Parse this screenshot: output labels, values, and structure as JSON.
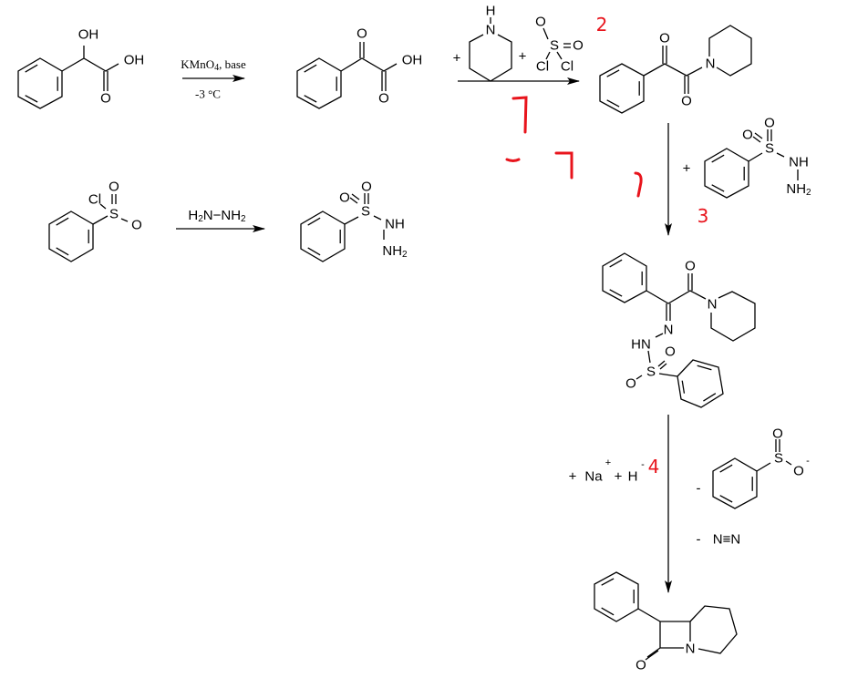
{
  "labels": {
    "OH": "OH",
    "O": "O",
    "N": "N",
    "H": "H",
    "S": "S",
    "Cl": "Cl",
    "NH": "NH",
    "HN": "HN",
    "NH2_base": "NH",
    "two": "2",
    "plus": "+",
    "minus": "-",
    "plus_sup": "+",
    "minus_sup": "-"
  },
  "step1": {
    "reagent": "KMnO",
    "reagent_sub": "4",
    "reagent_tail": ", base",
    "condition": "-3 °C"
  },
  "step_hydrazide": {
    "reagent_left": "H",
    "reagent_sub": "2",
    "reagent_mid": "N−NH",
    "reagent_sub2": "2"
  },
  "step4": {
    "na": "Na",
    "h": "H"
  },
  "byproduct_n2": "N≡N",
  "annotations": {
    "a2": "2",
    "a3": "3",
    "a4": "4"
  }
}
